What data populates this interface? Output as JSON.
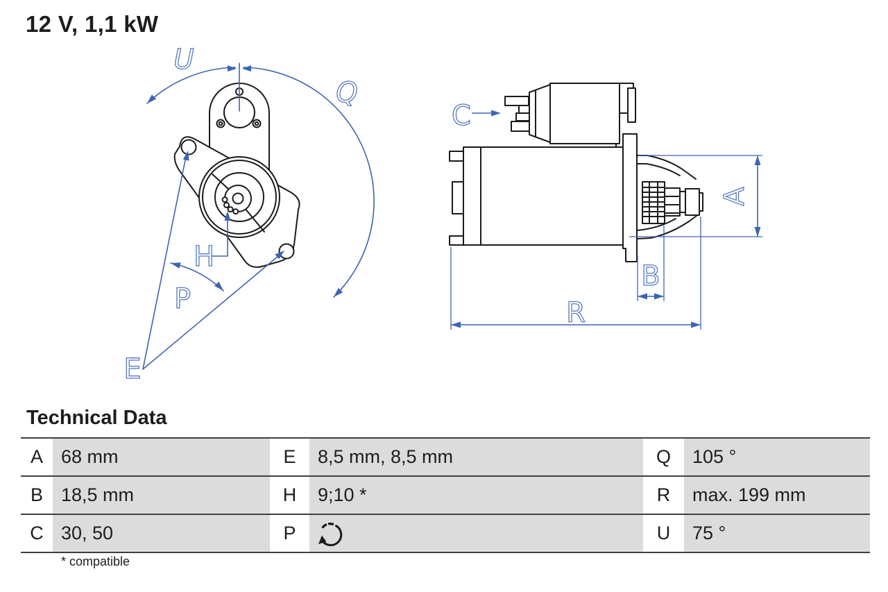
{
  "title": "12 V, 1,1 kW",
  "colors": {
    "accent_blue": "#3C64B0",
    "cad_label_blue": "#5578C0",
    "drawing_black": "#1A1A1A",
    "table_value_bg": "#DCDCDC",
    "table_rule": "#3F3F3F",
    "text": "#1D1D1B"
  },
  "diagram": {
    "front_view_labels": {
      "u": "U",
      "q": "Q",
      "h": "H",
      "p": "P",
      "e": "E"
    },
    "side_view_labels": {
      "c": "C",
      "a": "A",
      "b": "B",
      "r": "R"
    }
  },
  "technical_data": {
    "heading": "Technical Data",
    "rows": [
      {
        "cells": [
          {
            "key": "A",
            "value": "68 mm"
          },
          {
            "key": "E",
            "value": "8,5 mm, 8,5 mm"
          },
          {
            "key": "Q",
            "value": "105 °"
          }
        ]
      },
      {
        "cells": [
          {
            "key": "B",
            "value": "18,5 mm"
          },
          {
            "key": "H",
            "value": "9;10 *"
          },
          {
            "key": "R",
            "value": "max. 199 mm"
          }
        ]
      },
      {
        "cells": [
          {
            "key": "C",
            "value": "30, 50"
          },
          {
            "key": "P",
            "value": "",
            "icon": "rotation-direction-icon"
          },
          {
            "key": "U",
            "value": "75 °"
          }
        ]
      }
    ],
    "footnote": "* compatible"
  }
}
